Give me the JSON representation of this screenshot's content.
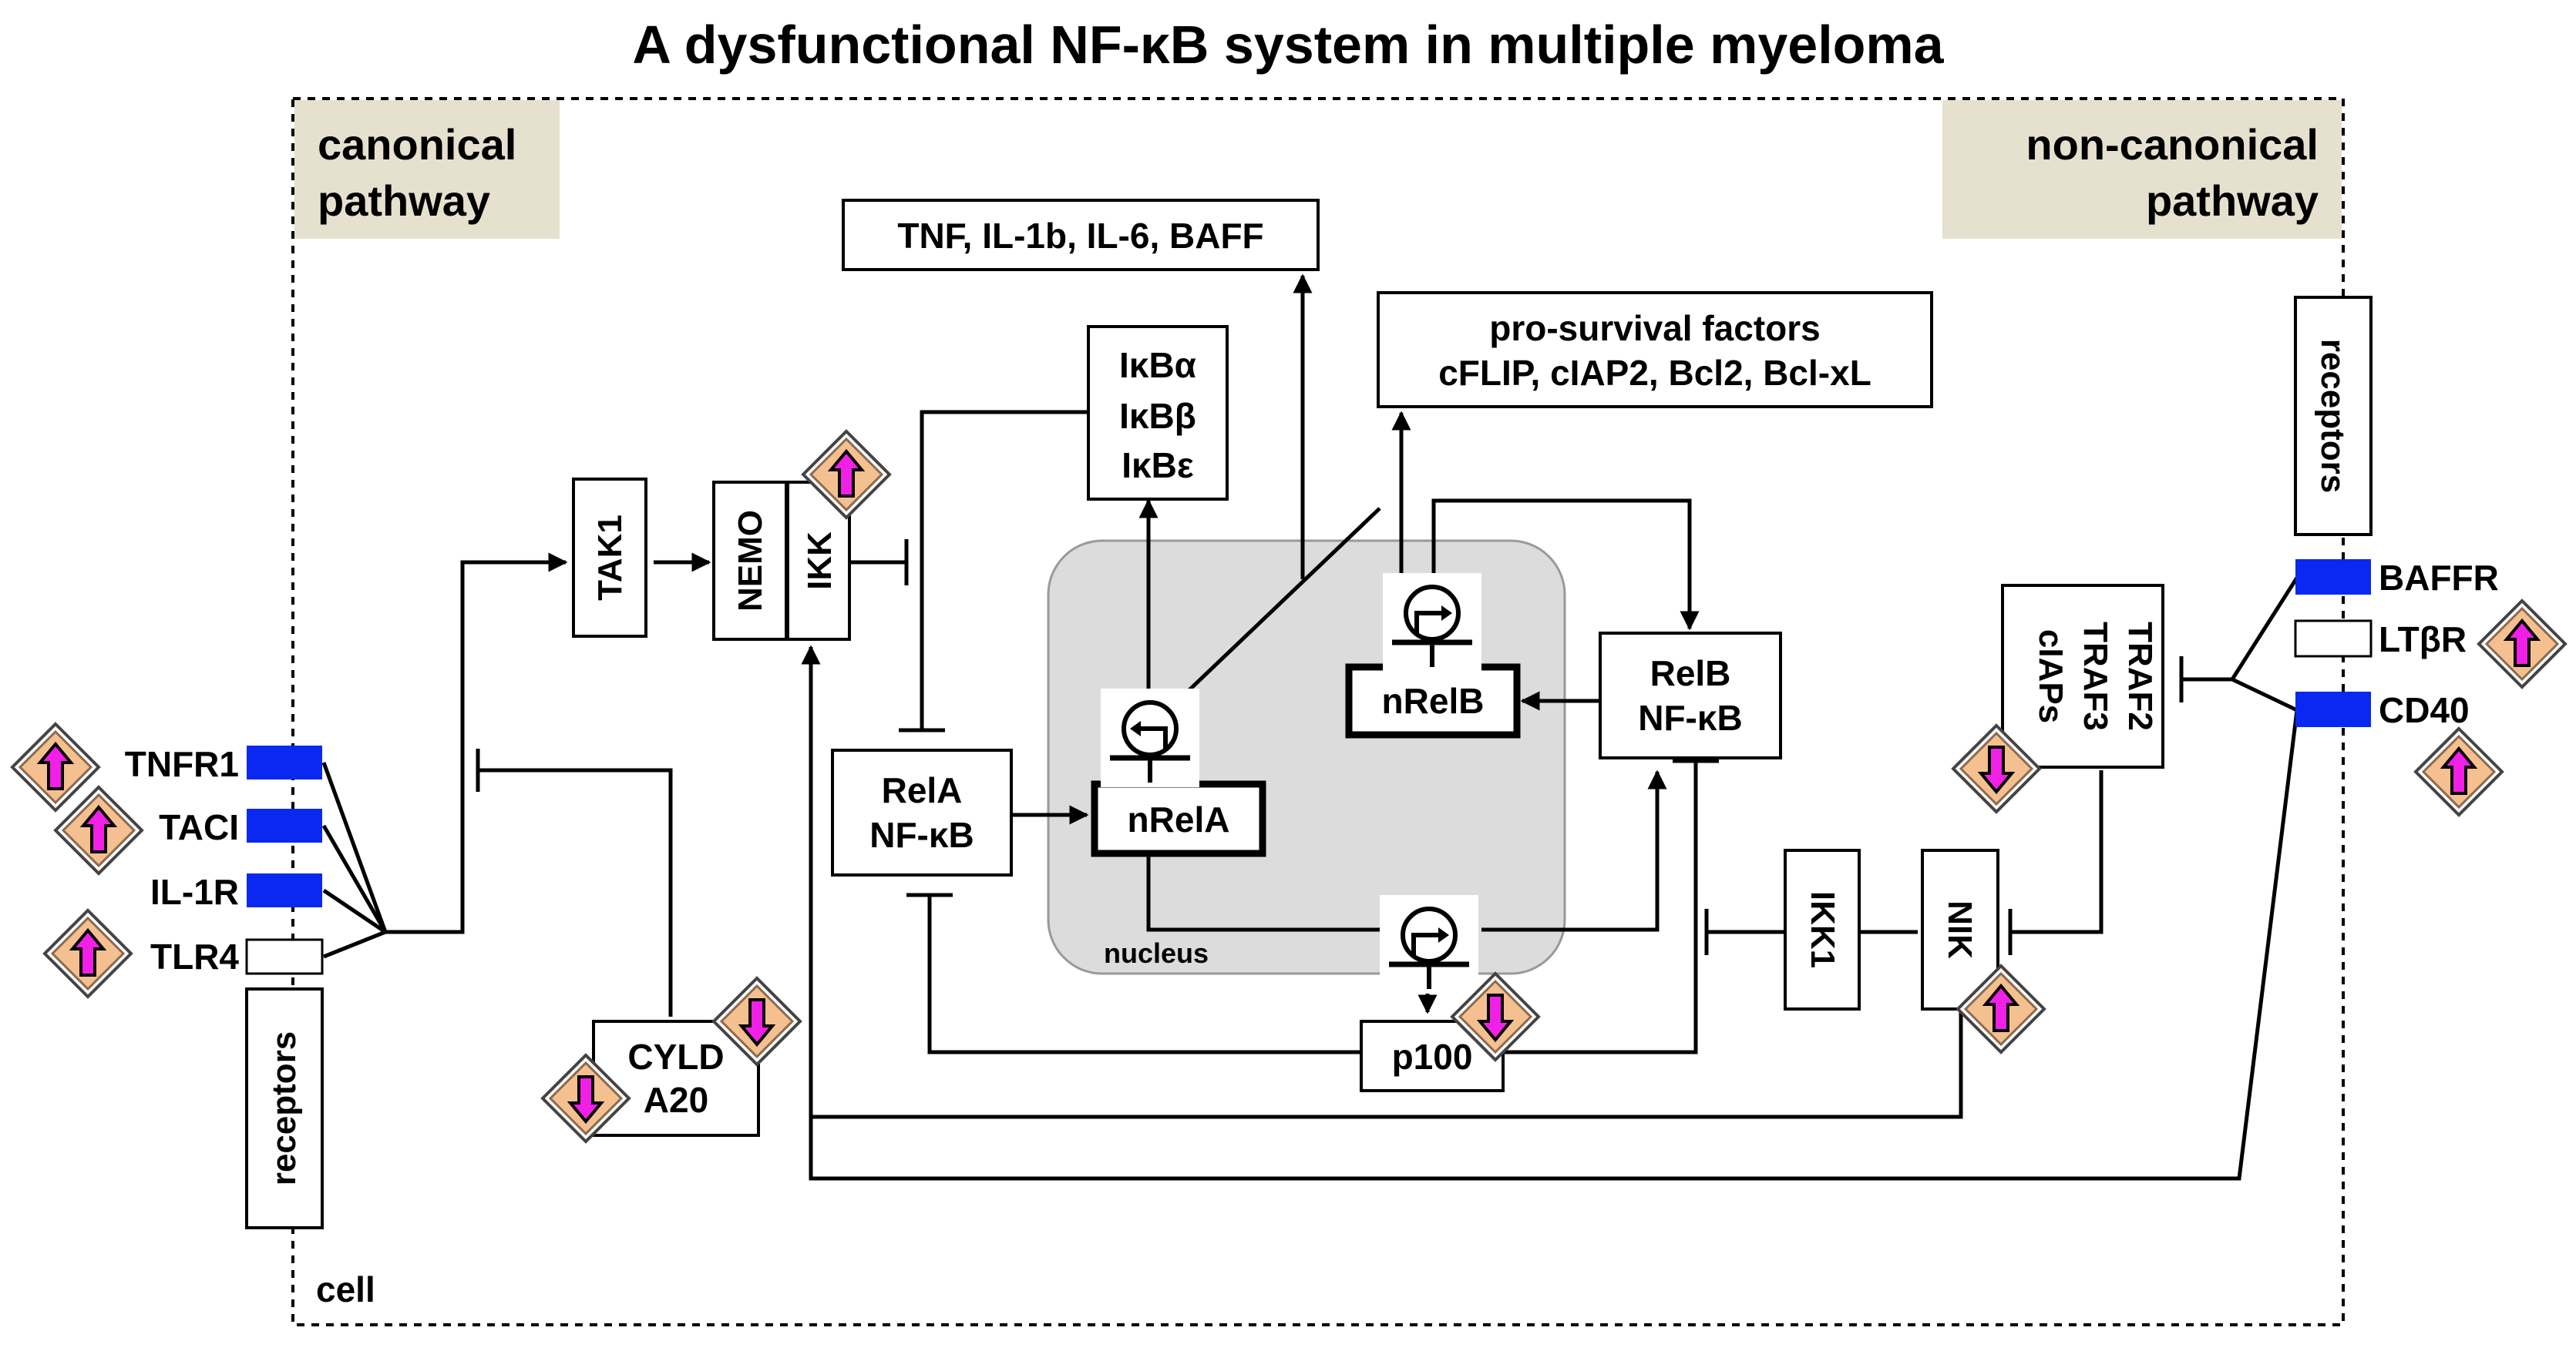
{
  "title": "A dysfunctional NF-κB system in multiple myeloma",
  "labels": {
    "canonical_1": "canonical",
    "canonical_2": "pathway",
    "noncanonical_1": "non-canonical",
    "noncanonical_2": "pathway",
    "cell": "cell",
    "nucleus": "nucleus"
  },
  "nodes": {
    "cytokines": "TNF, IL-1b, IL-6, BAFF",
    "prosurvival_1": "pro-survival factors",
    "prosurvival_2": "cFLIP, cIAP2, Bcl2, Bcl-xL",
    "ikba": "IκBα",
    "ikbb": "IκBβ",
    "ikbe": "IκBε",
    "tak1": "TAK1",
    "nemo": "NEMO",
    "ikk": "IKK",
    "rela_1": "RelA",
    "rela_2": "NF-κB",
    "nrela": "nRelA",
    "nrelb": "nRelB",
    "relb_1": "RelB",
    "relb_2": "NF-κB",
    "p100": "p100",
    "cyld_1": "CYLD",
    "cyld_2": "A20",
    "ikk1": "IKK1",
    "nik": "NIK",
    "traf_1": "TRAF2",
    "traf_2": "TRAF3",
    "traf_3": "cIAPs"
  },
  "receptors_left": {
    "label": "receptors",
    "items": [
      "TNFR1",
      "TACI",
      "IL-1R",
      "TLR4"
    ]
  },
  "receptors_right": {
    "label": "receptors",
    "items": [
      "BAFFR",
      "LTβR",
      "CD40"
    ]
  },
  "colors": {
    "receptor_active": "#0a28f0",
    "nucleus_fill": "#dcdcdc",
    "header_tag": "#e6e0cf",
    "marker_fill": "#f5c08f",
    "marker_arrow": "#f020e6"
  }
}
